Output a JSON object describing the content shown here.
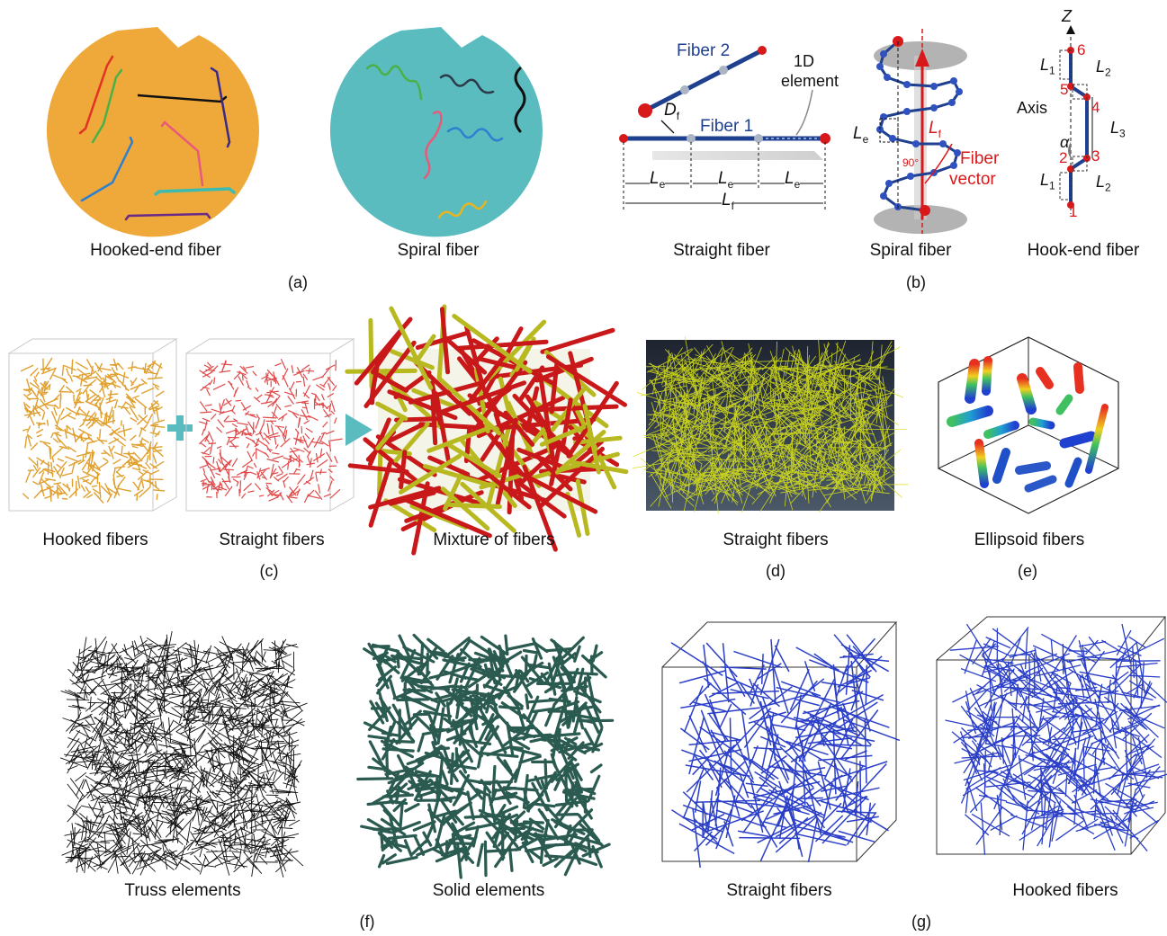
{
  "panels": {
    "a": {
      "label": "(a)",
      "captions": [
        "Hooked-end fiber",
        "Spiral fiber"
      ]
    },
    "b": {
      "label": "(b)",
      "captions": [
        "Straight fiber",
        "Spiral fiber",
        "Hook-end fiber"
      ],
      "straight": {
        "fiber2": "Fiber 2",
        "fiber1": "Fiber 1",
        "element": [
          "1D",
          "element"
        ],
        "df": "D",
        "df_sub": "f",
        "le": "L",
        "le_sub": "e",
        "lf": "L",
        "lf_sub": "f"
      },
      "spiral": {
        "lf": "L",
        "lf_sub": "f",
        "le": "L",
        "le_sub": "e",
        "angle": "90°",
        "vector": [
          "Fiber",
          "vector"
        ]
      },
      "hook": {
        "z": "Z",
        "axis": "Axis",
        "alpha": "α",
        "nodes": [
          "1",
          "2",
          "3",
          "4",
          "5",
          "6"
        ],
        "l1": "L",
        "l1_sub": "1",
        "l2": "L",
        "l2_sub": "2",
        "l3": "L",
        "l3_sub": "3"
      }
    },
    "c": {
      "label": "(c)",
      "captions": [
        "Hooked fibers",
        "Straight fibers",
        "Mixture of fibers"
      ]
    },
    "d": {
      "label": "(d)",
      "captions": [
        "Straight fibers"
      ]
    },
    "e": {
      "label": "(e)",
      "captions": [
        "Ellipsoid fibers"
      ]
    },
    "f": {
      "label": "(f)",
      "captions": [
        "Truss elements",
        "Solid elements"
      ]
    },
    "g": {
      "label": "(g)",
      "captions": [
        "Straight fibers",
        "Hooked fibers"
      ]
    }
  },
  "colors": {
    "orange_disc": "#eea93a",
    "teal_disc": "#5bbcc0",
    "fiber_blue": "#1f3f8f",
    "node_red": "#d8191b",
    "yellow_fiber": "#d8e21a",
    "dark_bg": "#2a3340",
    "solid_teal": "#2a6a5e"
  }
}
